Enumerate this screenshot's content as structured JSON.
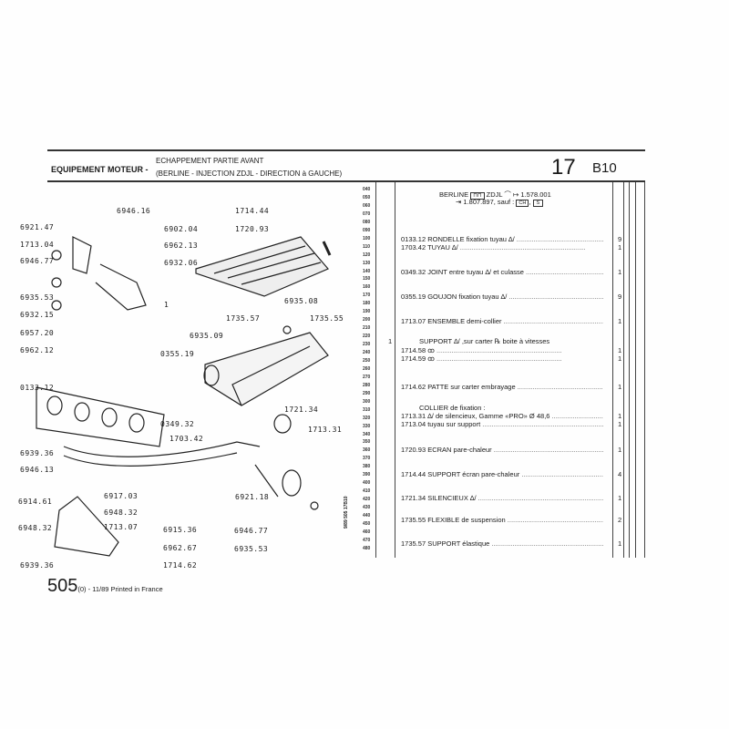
{
  "header": {
    "section": "EQUIPEMENT MOTEUR -",
    "title_line1": "ECHAPPEMENT PARTIE AVANT",
    "title_line2": "(BERLINE - INJECTION ZDJL - DIRECTION à GAUCHE)",
    "group_number": "17",
    "sub_group": "B10"
  },
  "applicability": {
    "line1_model": "BERLINE",
    "line1_engine": "ZDJL",
    "line1_from": "1.578.001",
    "line2": "1.807.897, sauf :",
    "badge1": "CH",
    "badge2": "S"
  },
  "line_numbers": [
    "040",
    "050",
    "060",
    "070",
    "080",
    "090",
    "100",
    "110",
    "120",
    "130",
    "140",
    "150",
    "160",
    "170",
    "180",
    "190",
    "200",
    "210",
    "220",
    "230",
    "240",
    "250",
    "260",
    "270",
    "280",
    "290",
    "300",
    "310",
    "320",
    "330",
    "340",
    "350",
    "360",
    "370",
    "380",
    "390",
    "400",
    "410",
    "420",
    "430",
    "440",
    "450",
    "460",
    "470",
    "480"
  ],
  "parts": [
    {
      "ref": "0133.12",
      "desc": "RONDELLE fixation tuyau ∆/",
      "qty": "9"
    },
    {
      "ref": "1703.42",
      "desc": "TUYAU ∆/",
      "qty": "1"
    },
    {
      "ref": "0349.32",
      "desc": "JOINT entre tuyau ∆/ et culasse",
      "qty": "1"
    },
    {
      "ref": "0355.19",
      "desc": "GOUJON fixation tuyau ∆/",
      "qty": "9"
    },
    {
      "ref": "1713.07",
      "desc": "ENSEMBLE demi-collier",
      "qty": "1"
    },
    {
      "ref": "",
      "desc": "SUPPORT ∆/ ,sur carter ℞ boite à vitesses",
      "qty": "",
      "note": "1"
    },
    {
      "ref": "1714.58",
      "desc": "ꝏ",
      "qty": "1"
    },
    {
      "ref": "1714.59",
      "desc": "ꝏ",
      "qty": "1"
    },
    {
      "ref": "1714.62",
      "desc": "PATTE sur carter embrayage",
      "qty": "1"
    },
    {
      "ref": "",
      "desc": "COLLIER de fixation :",
      "qty": ""
    },
    {
      "ref": "1713.31",
      "desc": "∆/ de silencieux, Gamme «PRO» Ø 48,6",
      "qty": "1"
    },
    {
      "ref": "1713.04",
      "desc": "tuyau sur support",
      "qty": "1"
    },
    {
      "ref": "1720.93",
      "desc": "ECRAN pare-chaleur",
      "qty": "1"
    },
    {
      "ref": "1714.44",
      "desc": "SUPPORT écran pare-chaleur",
      "qty": "4"
    },
    {
      "ref": "1721.34",
      "desc": "SILENCIEUX ∆/",
      "qty": "1"
    },
    {
      "ref": "1735.55",
      "desc": "FLEXIBLE de suspension",
      "qty": "2"
    },
    {
      "ref": "1735.57",
      "desc": "SUPPORT élastique",
      "qty": "1"
    }
  ],
  "diagram_labels": [
    "6946.16",
    "6921.47",
    "6902.04",
    "1713.04",
    "6962.13",
    "6946.77",
    "6932.06",
    "6935.53",
    "1",
    "6932.15",
    "6957.20",
    "6962.12",
    "0133.12",
    "0355.19",
    "6935.09",
    "1714.44",
    "1720.93",
    "6935.08",
    "1735.57",
    "1735.55",
    "1721.34",
    "0349.32",
    "1703.42",
    "1713.31",
    "6939.36",
    "6946.13",
    "6917.03",
    "6914.61",
    "6948.32",
    "6948.32",
    "1713.07",
    "6921.18",
    "6915.36",
    "6962.67",
    "6946.77",
    "6935.53",
    "6939.36",
    "1714.62"
  ],
  "side_code": "9/89 505 17B10",
  "footer": {
    "model": "505",
    "suffix": "(0) - 11/89 Printed in France"
  }
}
